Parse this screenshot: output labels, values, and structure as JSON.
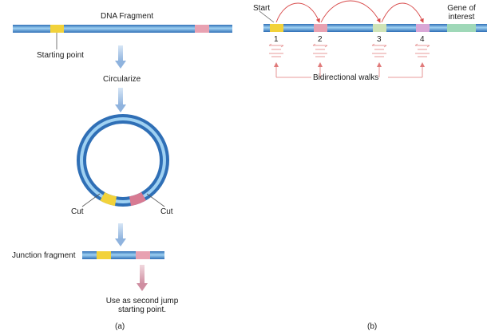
{
  "panel_a": {
    "title": "DNA Fragment",
    "starting_point": "Starting point",
    "circularize": "Circularize",
    "cut_left": "Cut",
    "cut_right": "Cut",
    "junction_fragment": "Junction fragment",
    "next_step_line1": "Use as second jump",
    "next_step_line2": "starting point.",
    "caption": "(a)"
  },
  "panel_b": {
    "start": "Start",
    "gene_line1": "Gene of",
    "gene_line2": "interest",
    "positions": [
      "1",
      "2",
      "3",
      "4"
    ],
    "walks_label": "Bidirectional walks",
    "caption": "(b)"
  },
  "colors": {
    "dna_outer": "#3b7fc4",
    "dna_inner": "#8ec6ec",
    "yellow_marker": "#f2d23a",
    "pink_marker": "#d9728c",
    "green_gene": "#7fc9a8",
    "arrow_down": "#a9c6e6",
    "arrow_pink": "#d8a0b0",
    "red_line": "#e06060"
  }
}
